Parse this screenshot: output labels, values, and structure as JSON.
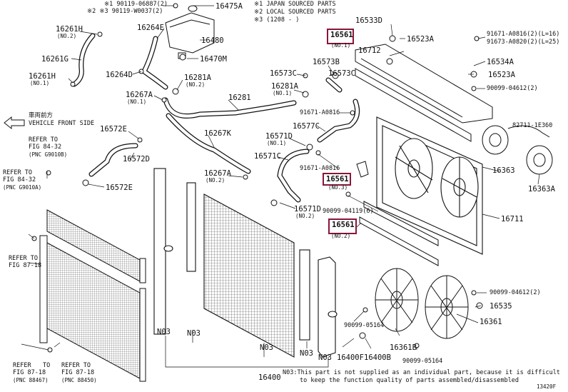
{
  "legend": {
    "japan": "※1 JAPAN SOURCED PARTS",
    "local": "※2 LOCAL SOURCED PARTS",
    "date": "※3 (1208 - )"
  },
  "front": {
    "cn": "車両前方",
    "en": "VEHICLE FRONT SIDE"
  },
  "parts": {
    "p_90119_06887": "※1 90119-06887(2)",
    "p_90119_w0037": "※2 ※3 90119-W0037(2)",
    "p_16475a": "16475A",
    "p_16480": "16480",
    "p_16470m": "16470M",
    "p_16264e": "16264E",
    "p_16261h_1": "16261H",
    "p_16261h_1_sub": "(NO.2)",
    "p_16261g": "16261G",
    "p_16261h_2": "16261H",
    "p_16261h_2_sub": "(NO.1)",
    "p_16264d": "16264D",
    "p_16281a_1": "16281A",
    "p_16281a_1_sub": "(NO.2)",
    "p_16267a_1": "16267A",
    "p_16267a_1_sub": "(NO.1)",
    "p_16281": "16281",
    "p_16267k": "16267K",
    "p_16572e_1": "16572E",
    "p_16572d": "16572D",
    "p_16572e_2": "16572E",
    "p_16267a_2": "16267A",
    "p_16267a_2_sub": "(NO.2)",
    "p_16573b": "16573B",
    "p_16573c_1": "16573C",
    "p_16573c_2": "16573C",
    "p_16281a_2": "16281A",
    "p_16281a_2_sub": "(NO.1)",
    "p_91671_a0816_1": "91671-A0816",
    "p_16577c": "16577C",
    "p_16571d_1": "16571D",
    "p_16571d_1_sub": "(NO.1)",
    "p_16571c": "16571C",
    "p_91671_a0816_2": "91671-A0816",
    "p_16571d_2": "16571D",
    "p_16571d_2_sub": "(NO.2)",
    "p_16533d": "16533D",
    "p_16561_1": "16561",
    "p_16561_1_sub": "(NO.1)",
    "p_16523a_1": "16523A",
    "p_16712": "16712",
    "p_91671_a0816_r": "91671-A0816(2)(L=16)",
    "p_91673_a0820": "91673-A0820(2)(L=25)",
    "p_16534a": "16534A",
    "p_16523a_2": "16523A",
    "p_90099_04612_1": "90099-04612(2)",
    "p_82711_1e360": "82711-1E360",
    "p_16363": "16363",
    "p_16363a": "16363A",
    "p_16561_2": "16561",
    "p_16561_2_sub": "(NO.3)",
    "p_90099_04119": "90099-04119(6)",
    "p_16711": "16711",
    "p_16561_3": "16561",
    "p_16561_3_sub": "(NO.2)",
    "p_90099_04612_2": "90099-04612(2)",
    "p_16535": "16535",
    "p_90099_05164_1": "90099-05164",
    "p_16361": "16361",
    "p_16361b": "16361B",
    "p_90099_05164_2": "90099-05164",
    "p_16400f": "16400F",
    "p_16400b": "16400B",
    "p_16400": "16400",
    "p_n03_1": "N03",
    "p_n03_2": "N03",
    "p_n03_3": "N03",
    "p_n03_4": "N03",
    "p_n03_5": "N03"
  },
  "refs": {
    "r1_a": "REFER TO",
    "r1_b": "FIG 84-32",
    "r1_c": "(PNC G9010B)",
    "r2_a": "REFER TO",
    "r2_b": "FIG 84-32",
    "r2_c": "(PNC G9010A)",
    "r3_a": "REFER TO",
    "r3_b": "FIG 87-18",
    "r4_a": "REFER",
    "r4_b": "TO",
    "r4_c": "FIG 87-18",
    "r4_d": "(PNC 88467)",
    "r5_a": "REFER TO",
    "r5_b": "FIG 87-18",
    "r5_c": "(PNC 88450)"
  },
  "footnote": {
    "line1": "N03:This part is not supplied as an individual part, because it is difficult",
    "line2": "to keep the function quality of parts assembled/disassembled"
  },
  "figure_id": "13420F",
  "colors": {
    "highlight": "#8a1538",
    "ink": "#111111"
  }
}
